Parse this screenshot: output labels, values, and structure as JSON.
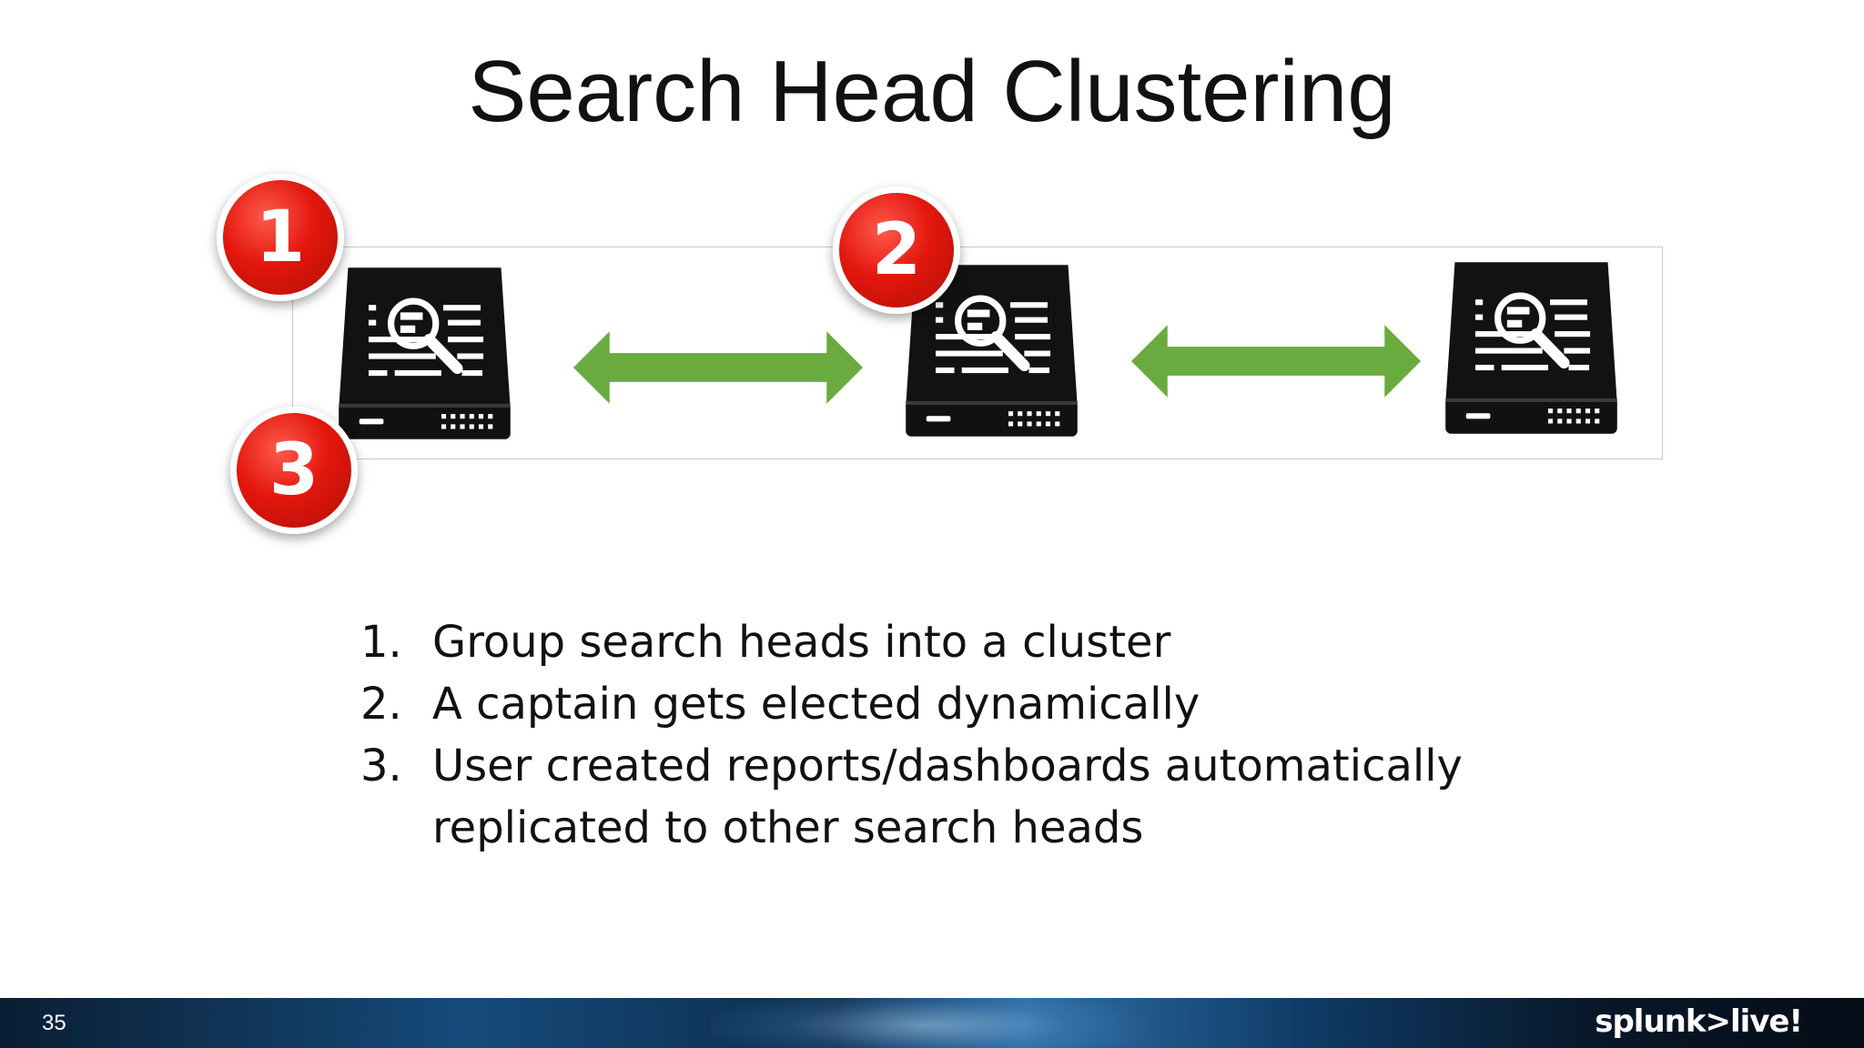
{
  "slide": {
    "title": "Search Head Clustering",
    "page_number": "35",
    "logo_text": "splunk>live!",
    "markers": [
      "1",
      "2",
      "3"
    ],
    "steps": [
      {
        "num": "1.",
        "text": "Group search heads into a cluster"
      },
      {
        "num": "2.",
        "text": "A captain gets elected dynamically"
      },
      {
        "num": "3.",
        "text": "User created reports/dashboards automatically replicated to other search heads"
      }
    ],
    "colors": {
      "marker_red": "#e3170d",
      "arrow_green": "#6aab3f",
      "server_body": "#111111",
      "footer_blue": "#164a7a"
    },
    "icons": [
      "search-head-server-icon",
      "bidirectional-arrow-icon",
      "magnifier-icon"
    ]
  }
}
